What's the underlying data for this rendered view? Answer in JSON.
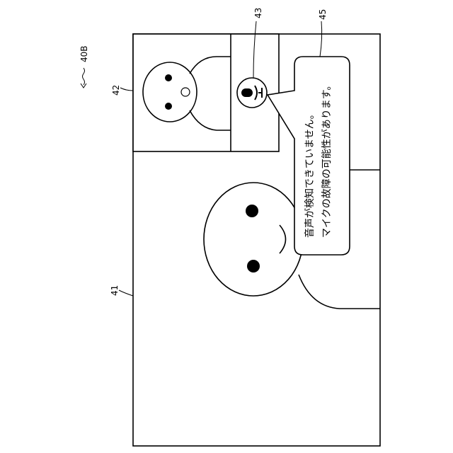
{
  "figure": {
    "labels": {
      "device": "40B",
      "main_view": "41",
      "self_view": "42",
      "mic_icon": "43",
      "message_balloon": "45"
    },
    "message": {
      "line1": "音声が検知できていません。",
      "line2": "マイクの故障の可能性があります。"
    },
    "icons": {
      "mic": "microphone-icon"
    }
  }
}
